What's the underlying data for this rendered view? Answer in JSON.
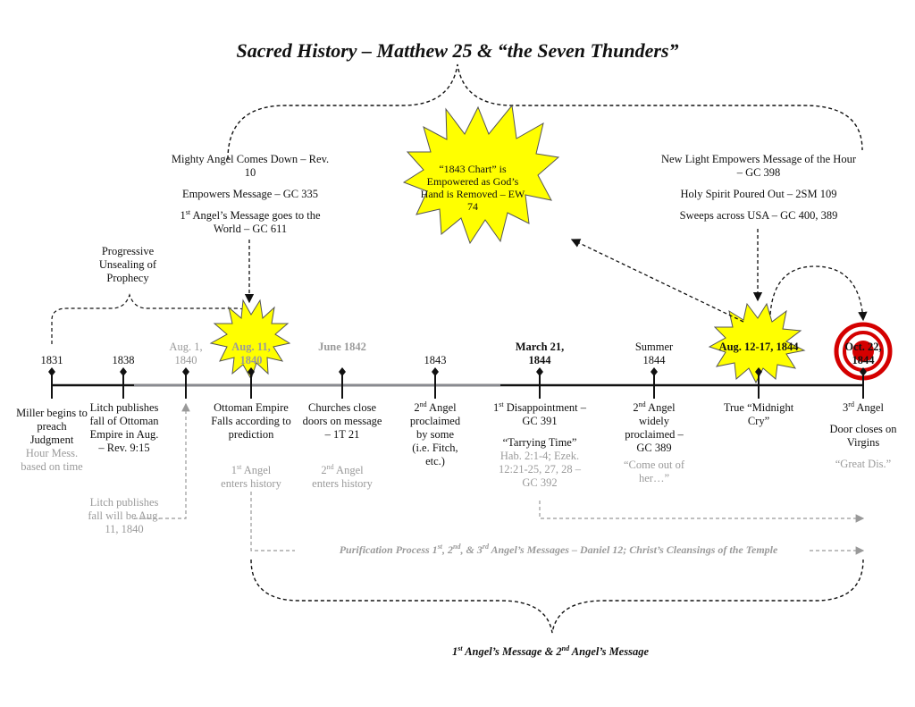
{
  "title": "Sacred History – Matthew 25 & “the Seven Thunders”",
  "top_left_notes": [
    "Mighty Angel Comes Down – Rev. 10",
    "Empowers Message – GC 335",
    "1st Angel’s Message goes to the World – GC 611"
  ],
  "center_burst": "“1843 Chart” is Empowered as God’s Hand is Removed – EW 74",
  "top_right_notes": [
    "New Light Empowers Message of the Hour – GC 398",
    "Holy Spirit Poured Out – 2SM 109",
    "Sweeps across USA – GC 400, 389"
  ],
  "progressive": "Progressive Unsealing of Prophecy",
  "dates": {
    "d1831": "1831",
    "d1838": "1838",
    "aug1": "Aug. 1, 1840",
    "aug11": "Aug. 11, 1840",
    "june": "June 1842",
    "d1843": "1843",
    "march": "March 21, 1844",
    "summer": "Summer 1844",
    "aug12": "Aug. 12-17, 1844",
    "oct22": "Oct. 22, 1844"
  },
  "events": {
    "miller": "Miller begins to preach Judgment",
    "miller_sub": "Hour Mess. based on time",
    "litch1": "Litch publishes fall of Ottoman Empire in Aug. – Rev. 9:15",
    "litch2": "Litch publishes fall will be Aug. 11, 1840",
    "ottoman": "Ottoman Empire Falls according to prediction",
    "ottoman_sub": "1st Angel enters history",
    "churches": "Churches close doors on message – 1T 21",
    "churches_sub": "2nd Angel enters history",
    "second_angel": "2nd Angel proclaimed by some (i.e. Fitch, etc.)",
    "disappointment": "1st Disappointment – GC 391",
    "tarrying": "“Tarrying Time”",
    "tarrying_sub": "Hab. 2:1-4; Ezek. 12:21-25, 27, 28 – GC 392",
    "widely": "2nd Angel widely proclaimed – GC 389",
    "widely_sub": "“Come out of her…”",
    "midnight": "True “Midnight Cry”",
    "third_angel": "3rd Angel",
    "door": "Door closes on Virgins",
    "great_dis": "“Great Dis.”"
  },
  "purification": "Purification Process 1st, 2nd, & 3rd Angel’s Messages – Daniel 12; Christ’s Cleansings of the Temple",
  "bottom_label": "1st Angel’s Message & 2nd Angel’s Message",
  "colors": {
    "burst": "#ffff00",
    "target_red": "#d40000",
    "gray_text": "#9a9a9a"
  }
}
